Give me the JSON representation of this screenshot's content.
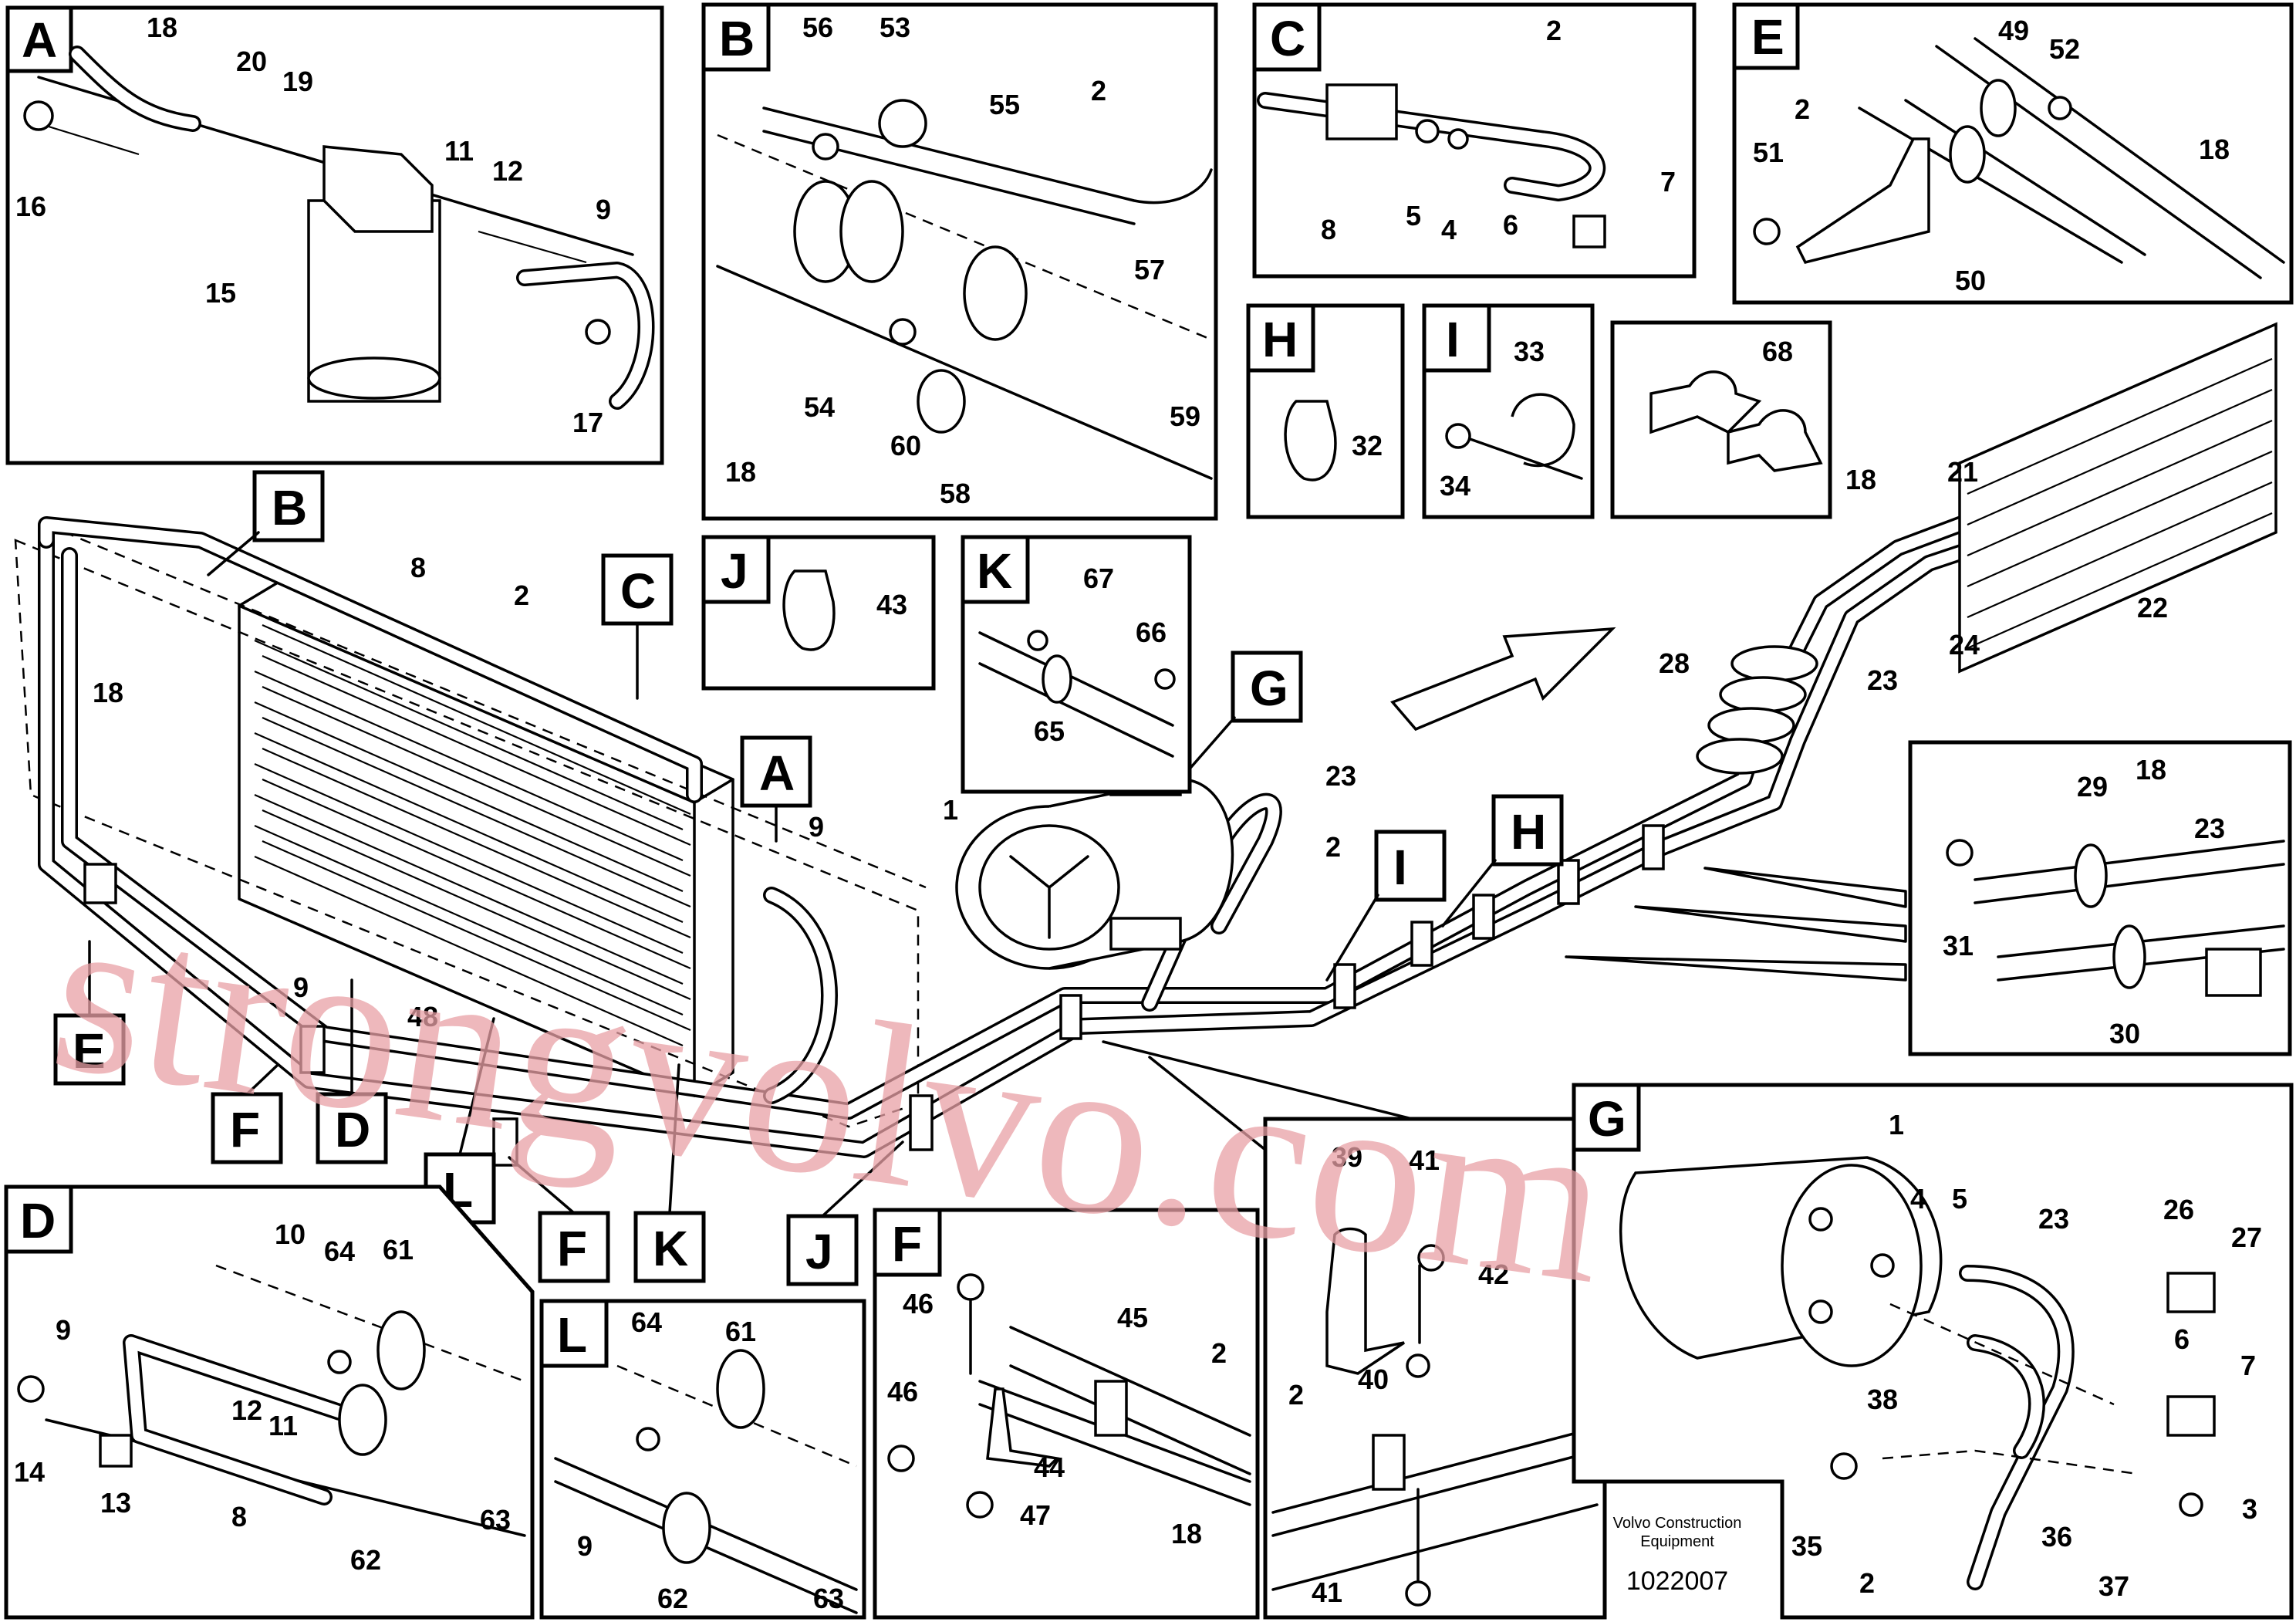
{
  "detail_panels": [
    {
      "letter": "A",
      "labels": [
        "18",
        "20",
        "19",
        "16",
        "11",
        "12",
        "9",
        "15",
        "17"
      ]
    },
    {
      "letter": "B",
      "labels": [
        "56",
        "53",
        "55",
        "2",
        "57",
        "54",
        "60",
        "59",
        "58",
        "18"
      ]
    },
    {
      "letter": "C",
      "labels": [
        "2",
        "8",
        "5",
        "4",
        "6",
        "7"
      ]
    },
    {
      "letter": "E",
      "labels": [
        "49",
        "52",
        "2",
        "51",
        "18",
        "50"
      ]
    },
    {
      "letter": "H",
      "labels": [
        "32"
      ]
    },
    {
      "letter": "I",
      "labels": [
        "33",
        "34"
      ]
    },
    {
      "letter": "",
      "labels": [
        "68"
      ]
    },
    {
      "letter": "J",
      "labels": [
        "43"
      ]
    },
    {
      "letter": "K",
      "labels": [
        "67",
        "66",
        "65"
      ]
    },
    {
      "letter": "",
      "labels": [
        "29",
        "18",
        "23",
        "31",
        "30"
      ]
    },
    {
      "letter": "D",
      "labels": [
        "10",
        "64",
        "61",
        "9",
        "12",
        "11",
        "14",
        "13",
        "8",
        "62",
        "63"
      ]
    },
    {
      "letter": "L",
      "labels": [
        "64",
        "61",
        "9",
        "62",
        "63"
      ]
    },
    {
      "letter": "F",
      "labels": [
        "46",
        "45",
        "2",
        "46",
        "44",
        "47",
        "18"
      ]
    },
    {
      "letter": "",
      "labels": [
        "39",
        "41",
        "42",
        "2",
        "40",
        "41"
      ]
    },
    {
      "letter": "G",
      "labels": [
        "1",
        "4",
        "5",
        "23",
        "26",
        "27",
        "6",
        "7",
        "38",
        "35",
        "36",
        "3",
        "2",
        "37"
      ]
    }
  ],
  "main_view": {
    "part_labels": [
      "8",
      "2",
      "18",
      "9",
      "48",
      "1",
      "23",
      "2",
      "9",
      "21",
      "18",
      "22",
      "28",
      "24",
      "23"
    ],
    "view_callouts": [
      "B",
      "C",
      "A",
      "E",
      "F",
      "D",
      "L",
      "F",
      "K",
      "J",
      "G",
      "I",
      "H"
    ]
  },
  "footer": {
    "company_line1": "Volvo Construction",
    "company_line2": "Equipment",
    "doc_number": "1022007"
  },
  "watermark": "strongvolvo.com"
}
